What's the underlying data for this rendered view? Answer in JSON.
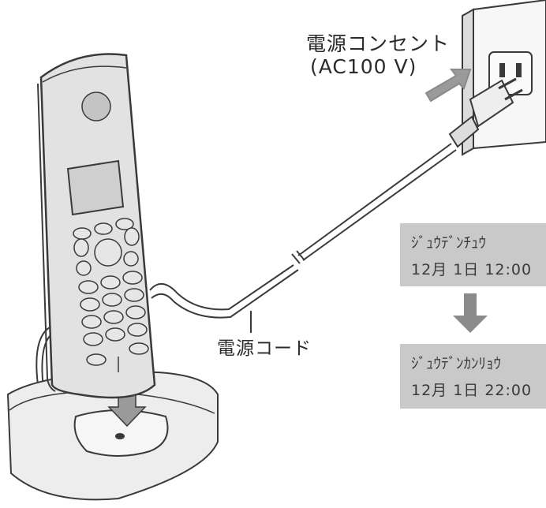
{
  "labels": {
    "outlet_line1": "電源コンセント",
    "outlet_line2": "(AC100 V)",
    "cord": "電源コード"
  },
  "status_displays": {
    "charging": {
      "line1": "ｼﾞｭｳﾃﾞﾝﾁｭｳ",
      "line2": "12月 1日 12:00"
    },
    "charged": {
      "line1": "ｼﾞｭｳﾃﾞﾝｶﾝﾘｮｳ",
      "line2": "12月 1日 22:00"
    }
  },
  "colors": {
    "line": "#3a3a3a",
    "handset_body": "#e2e2e2",
    "display_panel": "#c9c9c9",
    "arrow_gray": "#8a8a8a"
  }
}
